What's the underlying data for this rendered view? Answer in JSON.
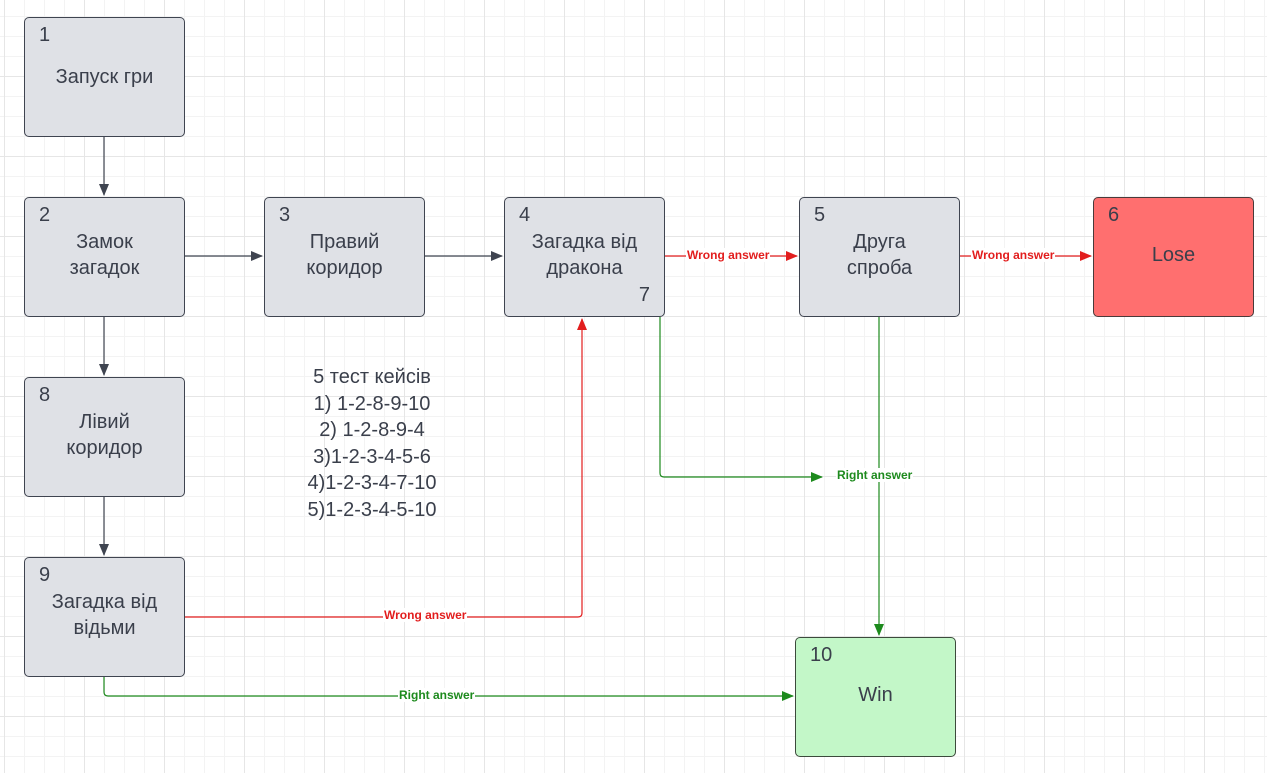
{
  "colors": {
    "node_fill": "#dfe1e6",
    "lose_fill": "#ff6f6f",
    "win_fill": "#c3f7c8",
    "neutral_arrow": "#3f4450",
    "wrong_arrow": "#e21d1d",
    "right_arrow": "#1d8a1d"
  },
  "nodes": {
    "n1": {
      "number": "1",
      "label": "Запуск гри"
    },
    "n2": {
      "number": "2",
      "label": "Замок\nзагадок"
    },
    "n3": {
      "number": "3",
      "label": "Правий\nкоридор"
    },
    "n4": {
      "number": "4",
      "label": "Загадка від\nдракона",
      "extra": "7"
    },
    "n5": {
      "number": "5",
      "label": "Друга\nспроба"
    },
    "n6": {
      "number": "6",
      "label": "Lose"
    },
    "n8": {
      "number": "8",
      "label": "Лівий\nкоридор"
    },
    "n9": {
      "number": "9",
      "label": "Загадка від\nвідьми"
    },
    "n10": {
      "number": "10",
      "label": "Win"
    }
  },
  "edge_labels": {
    "wrong_4_5": "Wrong answer",
    "wrong_5_6": "Wrong answer",
    "wrong_9_4": "Wrong answer",
    "right_4_5_win": "Right answer",
    "right_9_win": "Right answer"
  },
  "test_cases": {
    "title": "5 тест кейсів",
    "items": [
      "1) 1-2-8-9-10",
      "2) 1-2-8-9-4",
      "3)1-2-3-4-5-6",
      "4)1-2-3-4-7-10",
      "5)1-2-3-4-5-10"
    ]
  }
}
